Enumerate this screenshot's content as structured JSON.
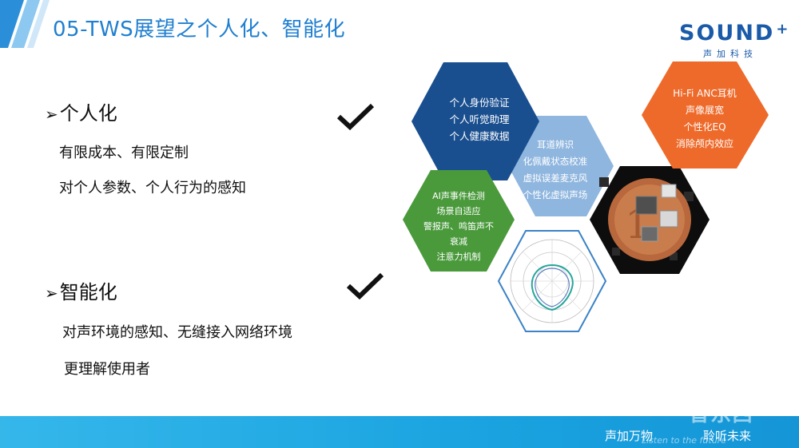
{
  "title": "05-TWS展望之个人化、智能化",
  "logo": {
    "word": "SOUND",
    "plus": "+",
    "sub": "声加科技"
  },
  "sections": [
    {
      "head": "个人化",
      "bullets": [
        "有限成本、有限定制",
        "对个人参数、个人行为的感知"
      ]
    },
    {
      "head": "智能化",
      "bullets": [
        "对声环境的感知、无缝接入网络环境",
        "更理解使用者"
      ]
    }
  ],
  "hexagons": {
    "navy": [
      "个人身份验证",
      "个人听觉助理",
      "个人健康数据"
    ],
    "lightblue": [
      "耳道辨识",
      "化佩戴状态校准",
      "虚拟误差麦克风",
      "个性化虚拟声场"
    ],
    "green": [
      "AI声事件检测",
      "场景自适应",
      "警报声、鸣笛声不",
      "衰减",
      "注意力机制"
    ],
    "orange": [
      "Hi-Fi ANC耳机",
      "声像展宽",
      "个性化EQ",
      "消除颅内效应"
    ]
  },
  "colors": {
    "title": "#1f7fd0",
    "navy": "#1a4f8f",
    "lightblue": "#8fb6df",
    "green": "#4a9a3c",
    "orange": "#ee6a2a",
    "band": "#1aa3e0"
  },
  "footer": {
    "slogan_left": "声加万物",
    "slogan_en": "Listen to the future",
    "slogan_right": "聆听未来",
    "watermark": "智东西"
  }
}
